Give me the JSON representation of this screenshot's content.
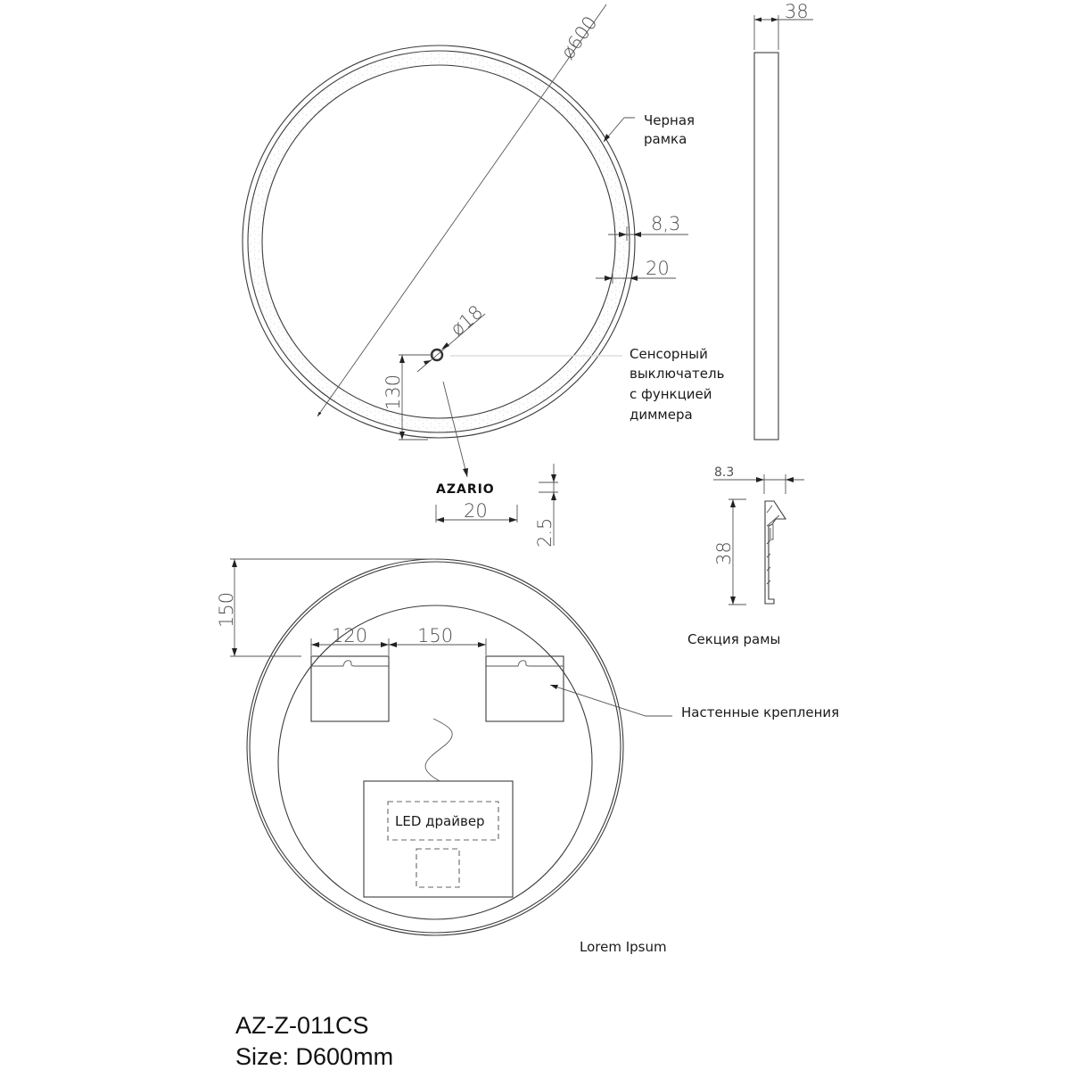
{
  "front_view": {
    "diameter_label": "ø600",
    "frame_label_line1": "Черная",
    "frame_label_line2": "рамка",
    "frame_width_label": "8,3",
    "led_band_label": "20",
    "switch_diameter_label": "ø18",
    "switch_offset_label": "130",
    "switch_label_line1": "Сенсорный",
    "switch_label_line2": "выключатель",
    "switch_label_line3": "с функцией",
    "switch_label_line4": "диммера"
  },
  "logo_detail": {
    "brand": "AZARIO",
    "width_label": "20",
    "height_label": "2.5"
  },
  "side_view": {
    "depth_label": "38"
  },
  "frame_section": {
    "width_label": "8.3",
    "height_label": "38",
    "caption": "Секция рамы"
  },
  "back_view": {
    "mount_offset_label": "150",
    "mount_width_label": "120",
    "mount_spacing_label": "150",
    "mounts_label": "Настенные крепления",
    "driver_label": "LED драйвер",
    "caption": "Lorem Ipsum"
  },
  "product": {
    "model": "AZ-Z-011CS",
    "size": "Size: D600mm"
  },
  "colors": {
    "line": "#3c3c3c",
    "text": "#1a1a1a",
    "dim_text": "#505050",
    "background": "#ffffff"
  }
}
